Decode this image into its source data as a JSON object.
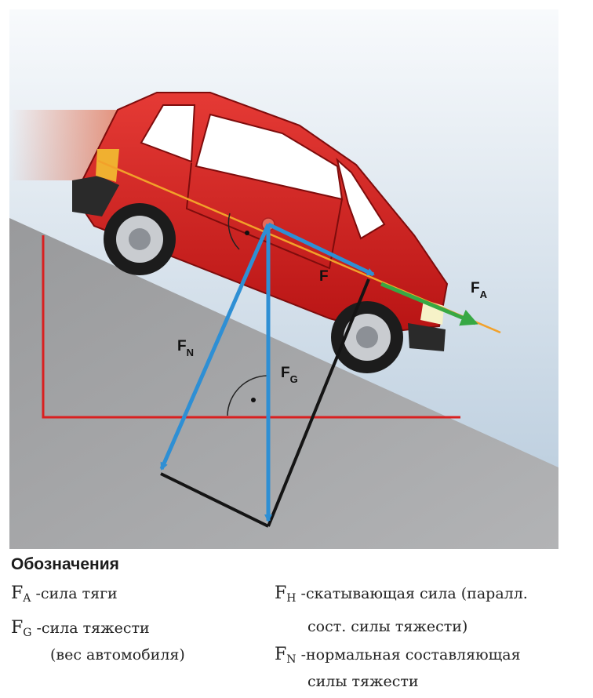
{
  "diagram": {
    "labels": {
      "f": "F",
      "fa_main": "F",
      "fa_sub": "A",
      "fn_main": "F",
      "fn_sub": "N",
      "fg_main": "F",
      "fg_sub": "G"
    }
  },
  "legend": {
    "title": "Обозначения",
    "items": [
      {
        "sym": "F",
        "sub": "A",
        "text": "-сила тяги"
      },
      {
        "sym": "F",
        "sub": "G",
        "text": "-сила тяжести"
      },
      {
        "text": "(вес автомобиля)"
      },
      {
        "sym": "F",
        "sub": "H",
        "text": "-скатывающая сила (паралл."
      },
      {
        "text": "сост. силы тяжести)"
      },
      {
        "sym": "F",
        "sub": "N",
        "text": "-нормальная составляющая"
      },
      {
        "text": "силы тяжести"
      }
    ]
  },
  "colors": {
    "sky_top": "#ffffff",
    "sky_bottom": "#b5c9db",
    "slope": "#a3a3a5",
    "car_body": "#d62020",
    "vector_blue": "#2e8fd4",
    "vector_green": "#37a844",
    "frame_red": "#d92020",
    "lines_black": "#141414"
  }
}
